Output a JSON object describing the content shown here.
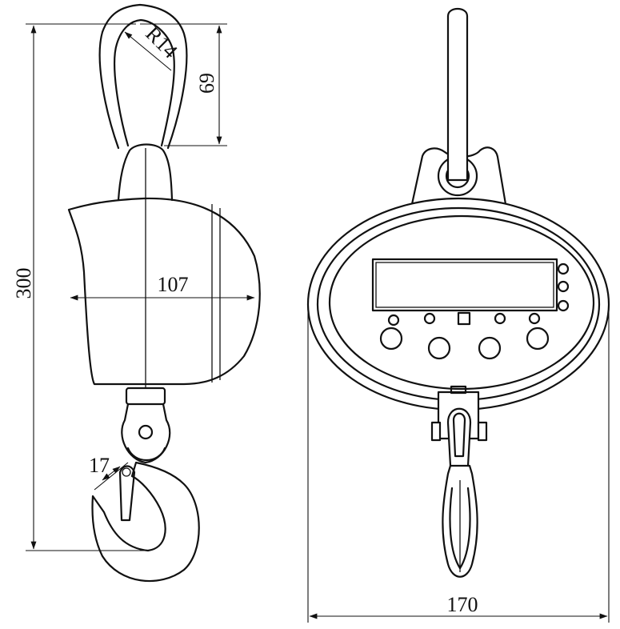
{
  "dimensions": {
    "total_height": "300",
    "shackle_height": "69",
    "shackle_radius": "R14",
    "body_width": "107",
    "hook_opening": "17",
    "front_width": "170"
  }
}
